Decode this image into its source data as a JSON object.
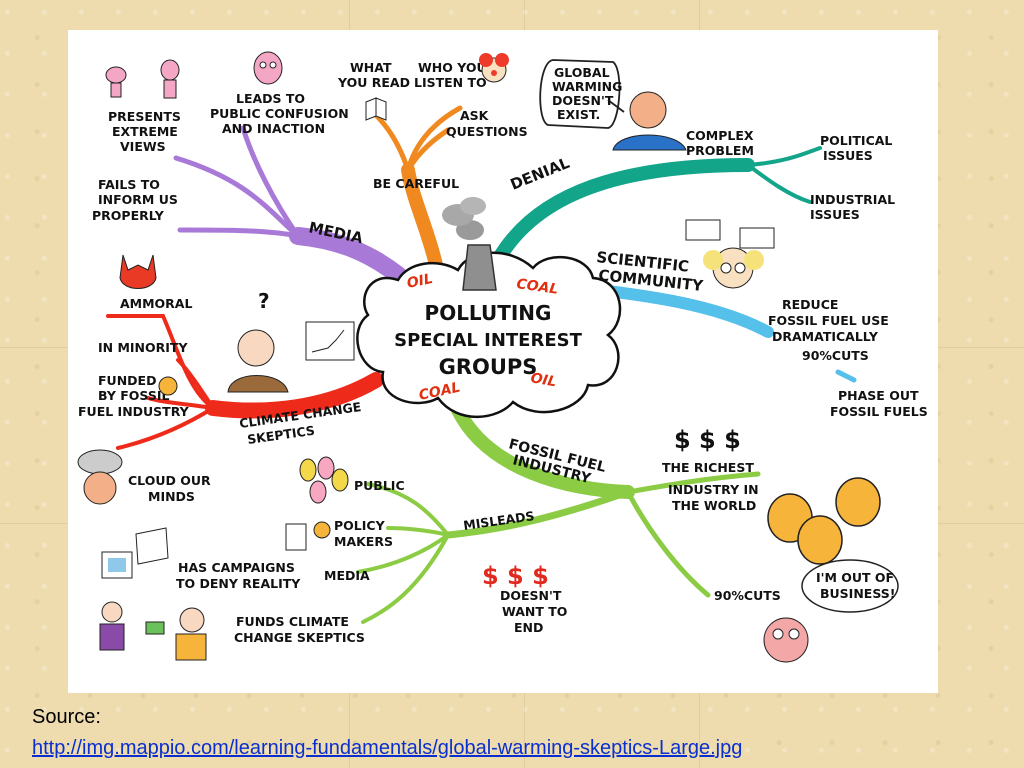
{
  "center": {
    "line1": "POLLUTING",
    "line2": "SPECIAL INTEREST",
    "line3": "GROUPS",
    "fuel": [
      "OIL",
      "COAL",
      "OIL",
      "COAL"
    ]
  },
  "branches": {
    "media": "MEDIA",
    "denial": "DENIAL",
    "scientific_line1": "SCIENTIFIC",
    "scientific_line2": "COMMUNITY",
    "skeptics_line1": "CLIMATE CHANGE",
    "skeptics_line2": "SKEPTICS",
    "fossil_line1": "FOSSIL FUEL",
    "fossil_line2": "INDUSTRY",
    "misleads": "MISLEADS",
    "be_careful": "BE CAREFUL"
  },
  "media_nodes": {
    "presents": [
      "PRESENTS",
      "EXTREME",
      "VIEWS"
    ],
    "leads": [
      "LEADS TO",
      "PUBLIC CONFUSION",
      "AND INACTION"
    ],
    "fails": [
      "FAILS TO",
      "INFORM US",
      "PROPERLY"
    ]
  },
  "careful_nodes": {
    "what": [
      "WHAT",
      "YOU READ"
    ],
    "who": [
      "WHO YOU",
      "LISTEN TO"
    ],
    "ask": [
      "ASK",
      "QUESTIONS"
    ]
  },
  "denial_nodes": {
    "bubble": [
      "GLOBAL",
      "WARMING",
      "DOESN'T",
      "EXIST."
    ],
    "complex": [
      "COMPLEX",
      "PROBLEM"
    ],
    "political": [
      "POLITICAL",
      "ISSUES"
    ],
    "industrial": [
      "INDUSTRIAL",
      "ISSUES"
    ]
  },
  "science_nodes": {
    "reduce": [
      "REDUCE",
      "FOSSIL FUEL USE",
      "DRAMATICALLY"
    ],
    "cuts": "90%CUTS",
    "phase": [
      "PHASE  OUT",
      "FOSSIL FUELS"
    ]
  },
  "skeptic_nodes": {
    "ammoral": "AMMORAL",
    "minority": "IN MINORITY",
    "funded": [
      "FUNDED",
      "BY FOSSIL",
      "FUEL INDUSTRY"
    ],
    "cloud": [
      "CLOUD OUR",
      "MINDS"
    ],
    "question_mark": "?"
  },
  "industry_nodes": {
    "dollars_top": "$ $ $",
    "richest": [
      "THE RICHEST",
      "INDUSTRY IN",
      "THE WORLD"
    ],
    "dollars_mid": "$ $ $",
    "doesnt": [
      "DOESN'T",
      "WANT TO",
      "END"
    ],
    "cuts": "90%CUTS",
    "bubble": [
      "I'M OUT OF",
      "BUSINESS!"
    ]
  },
  "misleads_nodes": {
    "public": "PUBLIC",
    "policy": [
      "POLICY",
      "MAKERS"
    ],
    "media": "MEDIA",
    "campaigns": [
      "HAS CAMPAIGNS",
      "TO DENY REALITY"
    ],
    "funds": [
      "FUNDS CLIMATE",
      "CHANGE SKEPTICS"
    ]
  },
  "footer": {
    "source_label": "Source:",
    "source_url": "http://img.mappio.com/learning-fundamentals/global-warming-skeptics-Large.jpg"
  },
  "colors": {
    "media": "#a979d8",
    "careful": "#f08a20",
    "denial": "#12a58a",
    "science": "#55c0ea",
    "skeptics": "#ee2a1a",
    "industry": "#8ccc44",
    "fuel_text": "#e03010",
    "link": "#0a2fd0"
  }
}
